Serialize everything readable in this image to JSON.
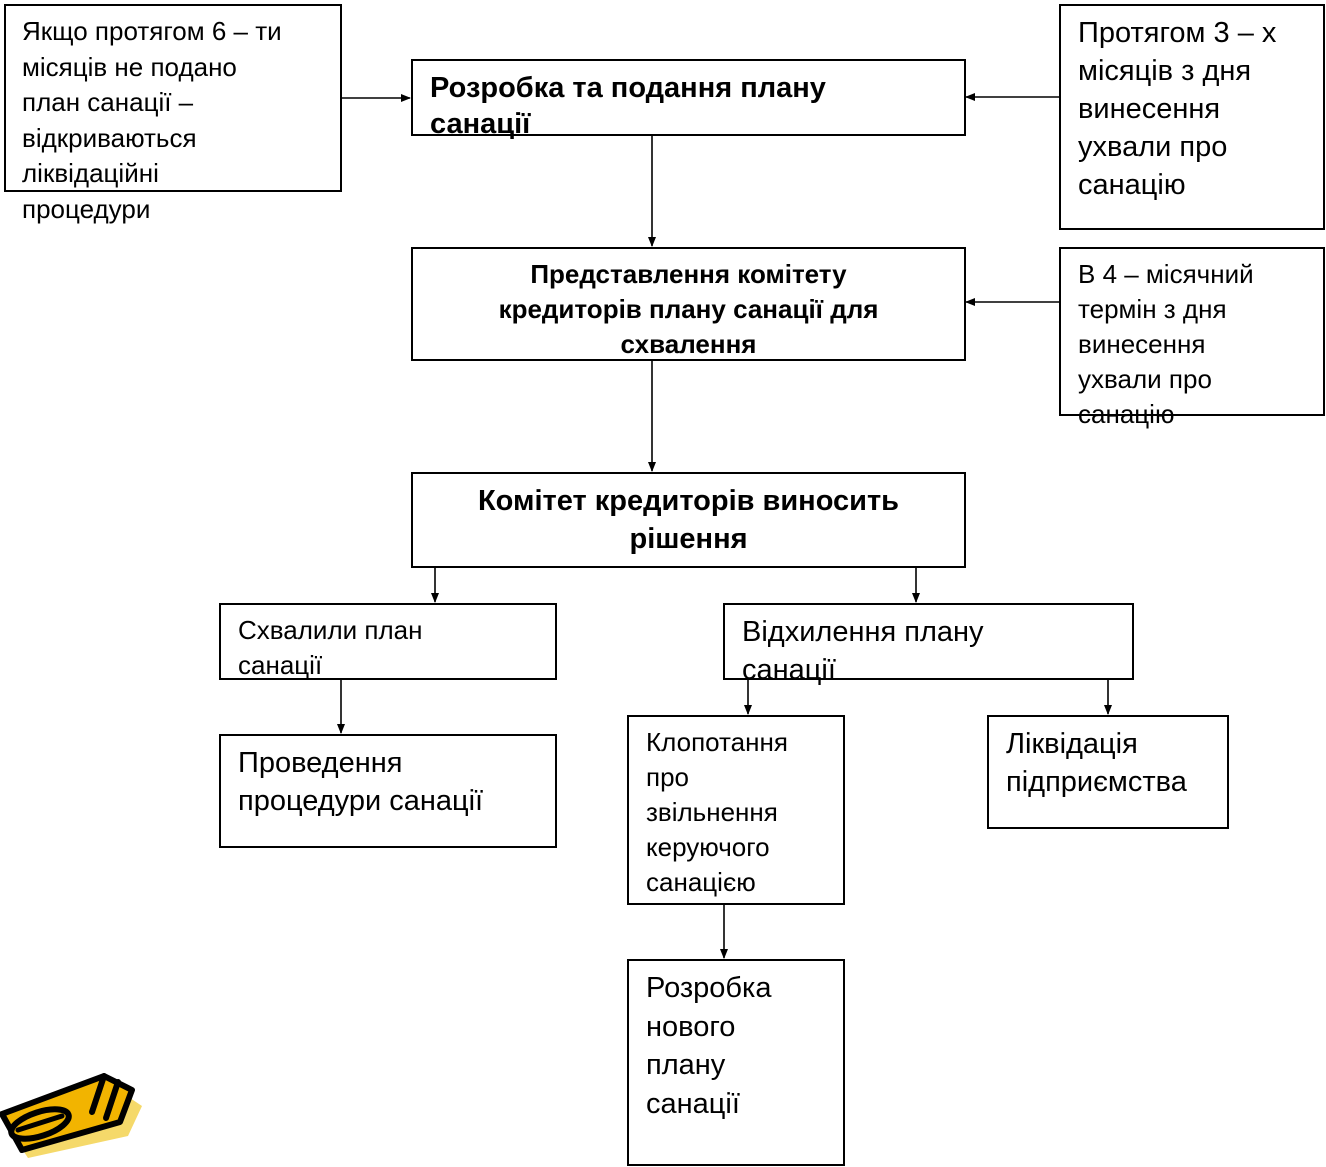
{
  "diagram": {
    "nodes": {
      "liquidation_if_no_plan": "Якщо протягом 6 – ти\nмісяців не подано\nплан санації –\nвідкриваються\nліквідаційні\nпроцедури",
      "develop_plan": "Розробка та подання плану\nсанації",
      "within_3_months": "Протягом 3 – х\nмісяців з дня\nвинесення\nухвали про\nсанацію",
      "present_to_committee": "Представлення комітету\nкредиторів плану санації для\nсхвалення",
      "within_4_months": "В 4 – місячний\nтермін з дня\nвинесення\nухвали про\nсанацію",
      "committee_decision": "Комітет кредиторів виносить\nрішення",
      "plan_approved": "Схвалили план\nсанації",
      "plan_rejected": "Відхилення плану\nсанації",
      "conduct_sanation": "Проведення\nпроцедури санації",
      "petition_dismissal": "Клопотання\nпро\nзвільнення\nкеруючого\nсанацією",
      "enterprise_liquidation": "Ліквідація\nпідприємства",
      "new_plan": "Розробка\nнового\nплану\nсанації"
    },
    "edges": [
      {
        "from": "liquidation_if_no_plan",
        "to": "develop_plan"
      },
      {
        "from": "within_3_months",
        "to": "develop_plan"
      },
      {
        "from": "develop_plan",
        "to": "present_to_committee"
      },
      {
        "from": "within_4_months",
        "to": "present_to_committee"
      },
      {
        "from": "present_to_committee",
        "to": "committee_decision"
      },
      {
        "from": "committee_decision",
        "to": "plan_approved"
      },
      {
        "from": "committee_decision",
        "to": "plan_rejected"
      },
      {
        "from": "plan_approved",
        "to": "conduct_sanation"
      },
      {
        "from": "plan_rejected",
        "to": "petition_dismissal"
      },
      {
        "from": "plan_rejected",
        "to": "enterprise_liquidation"
      },
      {
        "from": "petition_dismissal",
        "to": "new_plan"
      }
    ],
    "colors": {
      "line": "#000000",
      "pencil_body": "#f2b400",
      "pencil_shadow": "#f5d96a"
    },
    "icons": [
      "pencil-icon"
    ]
  }
}
